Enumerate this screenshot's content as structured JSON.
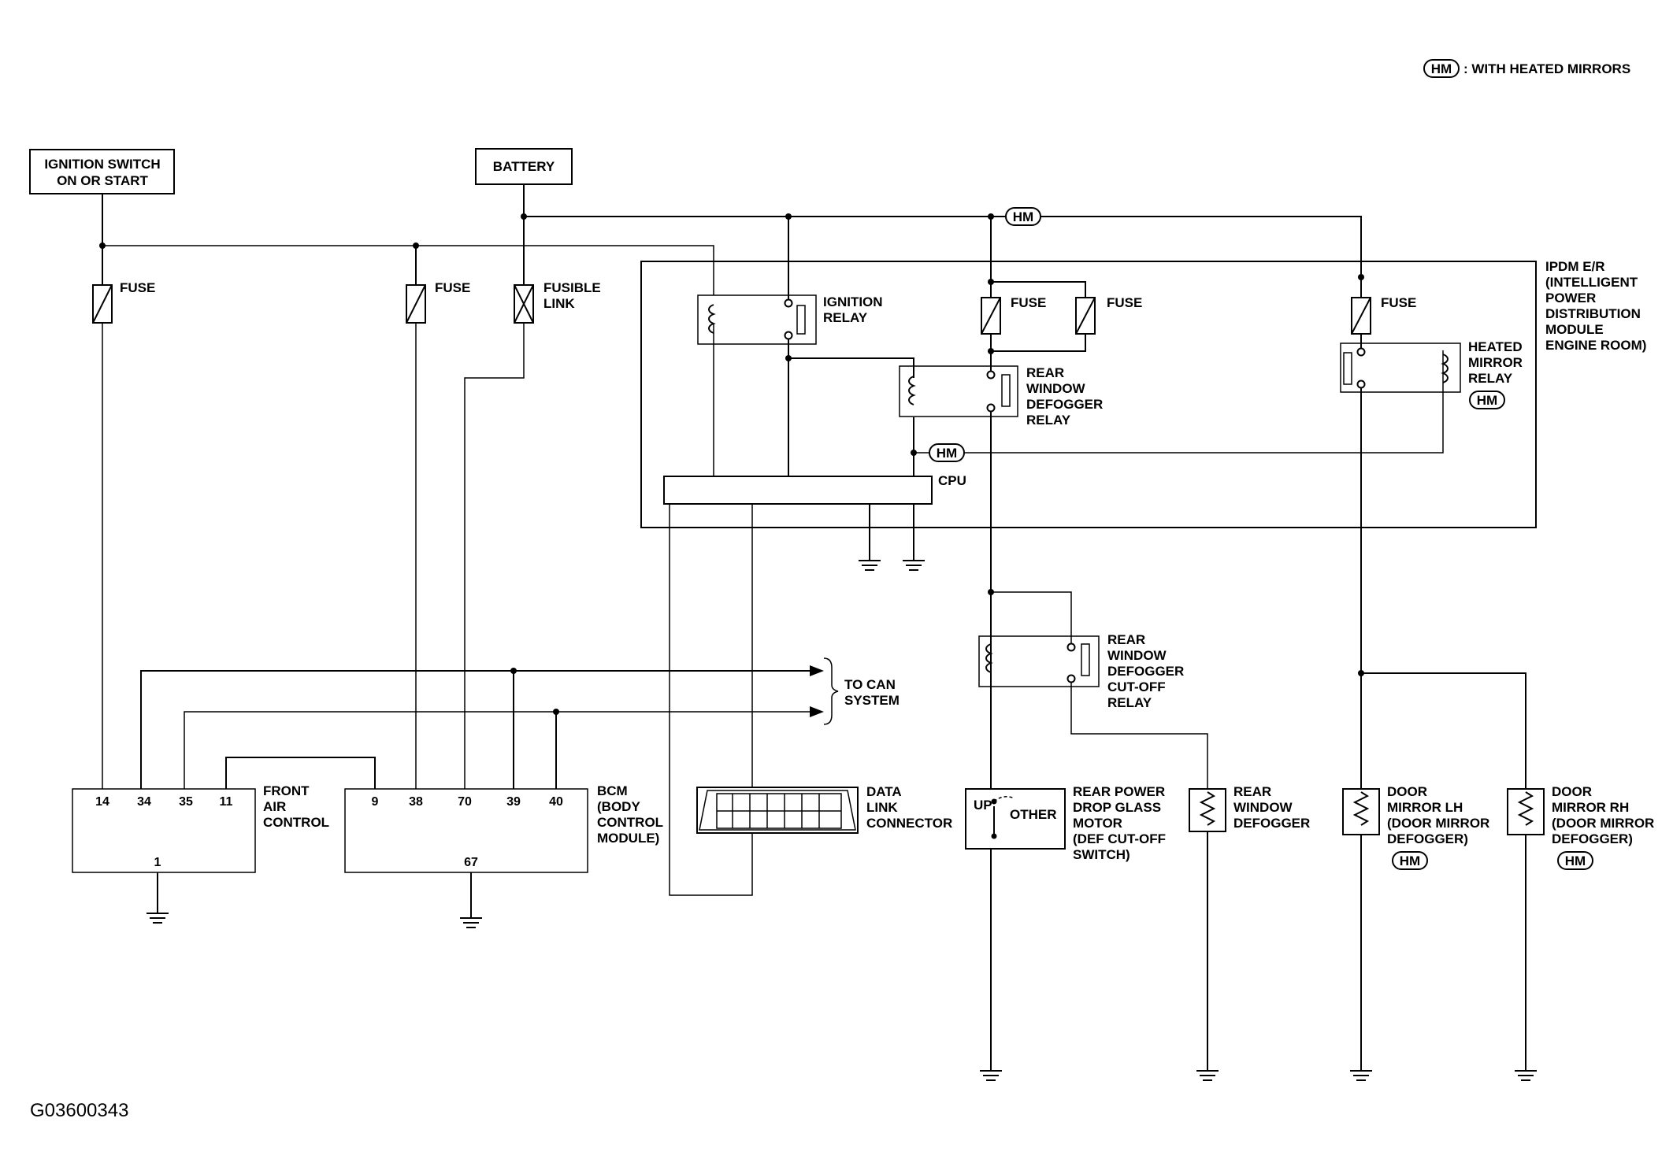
{
  "legend": {
    "badge": "HM",
    "text": ": WITH HEATED MIRRORS"
  },
  "sources": {
    "ignition_switch": [
      "IGNITION SWITCH",
      "ON OR START"
    ],
    "battery": "BATTERY"
  },
  "fuses": {
    "fuse_label": "FUSE",
    "fusible_link": [
      "FUSIBLE",
      "LINK"
    ]
  },
  "ipdm": [
    "IPDM E/R",
    "(INTELLIGENT",
    "POWER",
    "DISTRIBUTION",
    "MODULE",
    "ENGINE ROOM)"
  ],
  "relays": {
    "ignition": [
      "IGNITION",
      "RELAY"
    ],
    "rear_defogger": [
      "REAR",
      "WINDOW",
      "DEFOGGER",
      "RELAY"
    ],
    "heated_mirror": [
      "HEATED",
      "MIRROR",
      "RELAY"
    ],
    "cutoff": [
      "REAR",
      "WINDOW",
      "DEFOGGER",
      "CUT-OFF",
      "RELAY"
    ]
  },
  "cpu": "CPU",
  "can": [
    "TO CAN",
    "SYSTEM"
  ],
  "front_air_control": {
    "label": [
      "FRONT",
      "AIR",
      "CONTROL"
    ],
    "pins": [
      "14",
      "34",
      "35",
      "11"
    ],
    "ground_pin": "1"
  },
  "bcm": {
    "label": [
      "BCM",
      "(BODY",
      "CONTROL",
      "MODULE)"
    ],
    "pins": [
      "9",
      "38",
      "70",
      "39",
      "40"
    ],
    "ground_pin": "67"
  },
  "data_link": [
    "DATA",
    "LINK",
    "CONNECTOR"
  ],
  "motor": {
    "up": "UP",
    "other": "OTHER",
    "label": [
      "REAR POWER",
      "DROP GLASS",
      "MOTOR",
      "(DEF CUT-OFF",
      "SWITCH)"
    ]
  },
  "rear_window_defogger": [
    "REAR",
    "WINDOW",
    "DEFOGGER"
  ],
  "door_mirror_lh": [
    "DOOR",
    "MIRROR LH",
    "(DOOR MIRROR",
    "DEFOGGER)"
  ],
  "door_mirror_rh": [
    "DOOR",
    "MIRROR RH",
    "(DOOR MIRROR",
    "DEFOGGER)"
  ],
  "diagram_code": "G03600343"
}
